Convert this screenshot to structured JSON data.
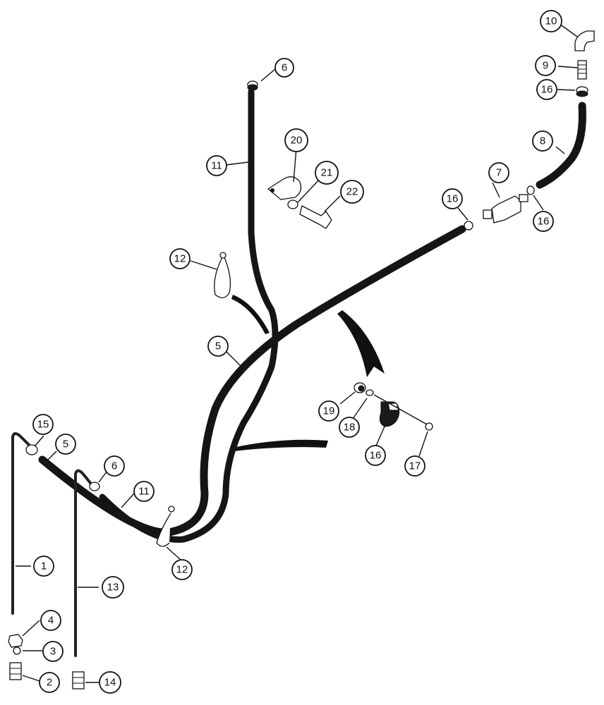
{
  "diagram": {
    "callouts": [
      {
        "id": "c1",
        "label": "1"
      },
      {
        "id": "c2",
        "label": "2"
      },
      {
        "id": "c3",
        "label": "3"
      },
      {
        "id": "c4",
        "label": "4"
      },
      {
        "id": "c5a",
        "label": "5"
      },
      {
        "id": "c5b",
        "label": "5"
      },
      {
        "id": "c6a",
        "label": "6"
      },
      {
        "id": "c6b",
        "label": "6"
      },
      {
        "id": "c7",
        "label": "7"
      },
      {
        "id": "c8",
        "label": "8"
      },
      {
        "id": "c9",
        "label": "9"
      },
      {
        "id": "c10",
        "label": "10"
      },
      {
        "id": "c11a",
        "label": "11"
      },
      {
        "id": "c11b",
        "label": "11"
      },
      {
        "id": "c12a",
        "label": "12"
      },
      {
        "id": "c12b",
        "label": "12"
      },
      {
        "id": "c13",
        "label": "13"
      },
      {
        "id": "c14",
        "label": "14"
      },
      {
        "id": "c15",
        "label": "15"
      },
      {
        "id": "c16a",
        "label": "16"
      },
      {
        "id": "c16b",
        "label": "16"
      },
      {
        "id": "c16c",
        "label": "16"
      },
      {
        "id": "c16d",
        "label": "16"
      },
      {
        "id": "c17",
        "label": "17"
      },
      {
        "id": "c18",
        "label": "18"
      },
      {
        "id": "c19",
        "label": "19"
      },
      {
        "id": "c20",
        "label": "20"
      },
      {
        "id": "c21",
        "label": "21"
      },
      {
        "id": "c22",
        "label": "22"
      }
    ]
  }
}
